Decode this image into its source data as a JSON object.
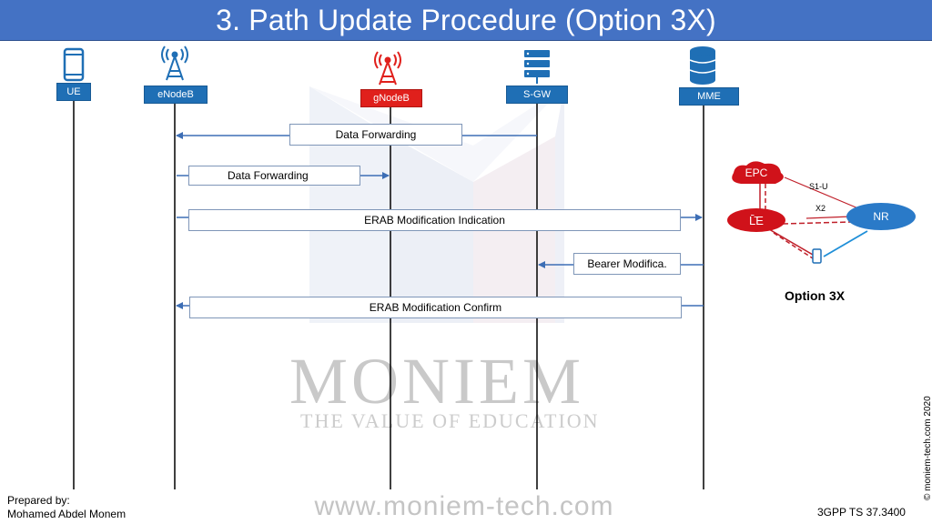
{
  "title": "3. Path Update Procedure (Option 3X)",
  "nodes": [
    {
      "id": "ue",
      "label": "UE",
      "icon": "phone-icon",
      "color": "#1f6fb5"
    },
    {
      "id": "enb",
      "label": "eNodeB",
      "icon": "antenna-tower-icon",
      "color": "#1f6fb5"
    },
    {
      "id": "gnb",
      "label": "gNodeB",
      "icon": "antenna-tower-icon",
      "color": "#e0201c"
    },
    {
      "id": "sgw",
      "label": "S-GW",
      "icon": "server-icon",
      "color": "#1f6fb5"
    },
    {
      "id": "mme",
      "label": "MME",
      "icon": "database-icon",
      "color": "#1f6fb5"
    }
  ],
  "messages": [
    {
      "label": "Data Forwarding",
      "from": "sgw",
      "to": "enb"
    },
    {
      "label": "Data Forwarding",
      "from": "enb",
      "to": "gnb"
    },
    {
      "label": "ERAB Modification Indication",
      "from": "enb",
      "to": "mme"
    },
    {
      "label": "Bearer Modifica.",
      "from": "mme",
      "to": "sgw"
    },
    {
      "label": "ERAB Modification Confirm",
      "from": "mme",
      "to": "enb"
    }
  ],
  "topology": {
    "epc": "EPC",
    "lte": "L̄̄E",
    "nr": "NR",
    "link_s1u": "S1-U",
    "link_x2": "X2",
    "caption": "Option 3X"
  },
  "watermark": {
    "brand": "MONIEM",
    "tagline": "THE VALUE OF EDUCATION",
    "url": "www.moniem-tech.com"
  },
  "footer": {
    "prepared_by": "Prepared by:",
    "author": "Mohamed Abdel Monem",
    "reference": "3GPP TS 37.3400",
    "copyright": "© moniem-tech.com 2020"
  },
  "colors": {
    "title_bg": "#4472c4",
    "node_blue": "#1f6fb5",
    "node_red": "#e0201c",
    "arrow": "#3d6eb5"
  }
}
